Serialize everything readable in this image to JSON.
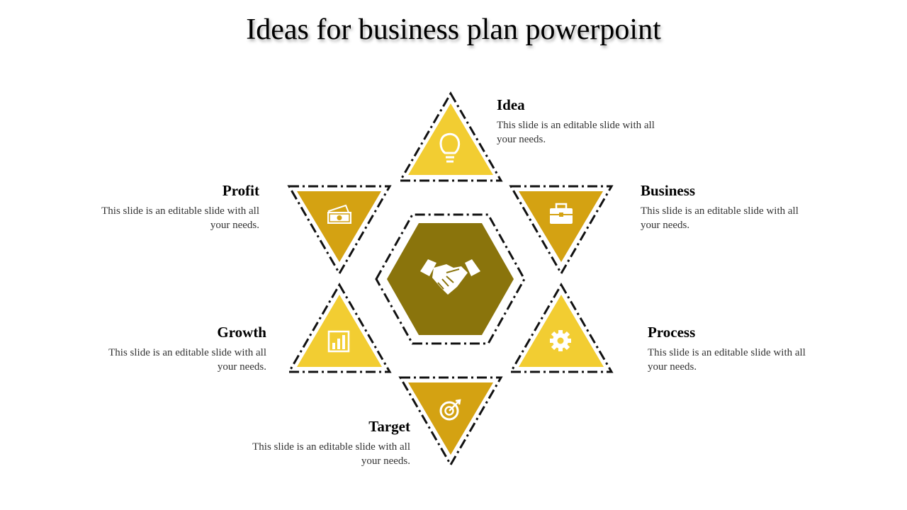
{
  "title": "Ideas for business plan powerpoint",
  "colors": {
    "light_yellow": "#f2cd32",
    "dark_yellow": "#d4a212",
    "hexagon": "#8a740c",
    "outline": "#111111",
    "icon": "#ffffff"
  },
  "center": {
    "icon": "handshake-icon"
  },
  "items": [
    {
      "heading": "Idea",
      "text": "This slide is an editable slide with all your needs.",
      "icon": "lightbulb-icon"
    },
    {
      "heading": "Business",
      "text": "This slide is an editable slide with all your needs.",
      "icon": "briefcase-icon"
    },
    {
      "heading": "Process",
      "text": "This slide is an editable slide with all your needs.",
      "icon": "gear-icon"
    },
    {
      "heading": "Target",
      "text": "This slide is an editable slide with all your needs.",
      "icon": "target-icon"
    },
    {
      "heading": "Growth",
      "text": "This slide is an editable slide with all your needs.",
      "icon": "bar-chart-icon"
    },
    {
      "heading": "Profit",
      "text": "This slide is an editable slide with all your needs.",
      "icon": "money-icon"
    }
  ]
}
